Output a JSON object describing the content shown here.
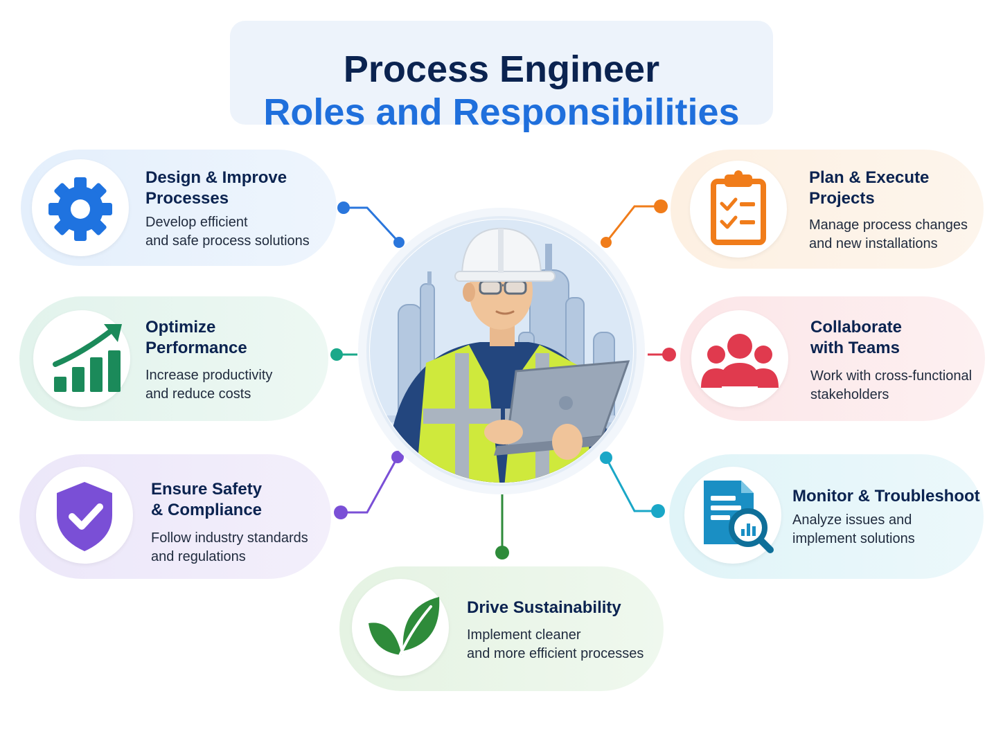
{
  "title": {
    "line1": "Process Engineer",
    "line2": "Roles and Responsibilities"
  },
  "cards": {
    "design": {
      "title": [
        "Design & Improve",
        "Processes"
      ],
      "desc": [
        "Develop efficient",
        "and safe process solutions"
      ],
      "icon": "gear-icon",
      "color": "#1f73e0"
    },
    "optimize": {
      "title": [
        "Optimize",
        "Performance"
      ],
      "desc": [
        "Increase productivity",
        "and reduce costs"
      ],
      "icon": "growth-chart-icon",
      "color": "#1b8a5a"
    },
    "safety": {
      "title": [
        "Ensure Safety",
        "& Compliance"
      ],
      "desc": [
        "Follow industry standards",
        "and regulations"
      ],
      "icon": "shield-check-icon",
      "color": "#7a4fd6"
    },
    "sustainability": {
      "title": [
        "Drive Sustainability"
      ],
      "desc": [
        "Implement cleaner",
        "and more efficient processes"
      ],
      "icon": "leaf-icon",
      "color": "#2e8b3a"
    },
    "plan": {
      "title": [
        "Plan & Execute",
        "Projects"
      ],
      "desc": [
        "Manage process changes",
        "and new installations"
      ],
      "icon": "clipboard-checklist-icon",
      "color": "#f07c1a"
    },
    "collaborate": {
      "title": [
        "Collaborate",
        "with Teams"
      ],
      "desc": [
        "Work with cross-functional",
        "stakeholders"
      ],
      "icon": "team-icon",
      "color": "#e03a4e"
    },
    "monitor": {
      "title": [
        "Monitor & Troubleshoot"
      ],
      "desc": [
        "Analyze issues and",
        "implement solutions"
      ],
      "icon": "document-search-icon",
      "color": "#1a8fc4"
    }
  },
  "center": {
    "icon": "process-engineer-illustration"
  }
}
